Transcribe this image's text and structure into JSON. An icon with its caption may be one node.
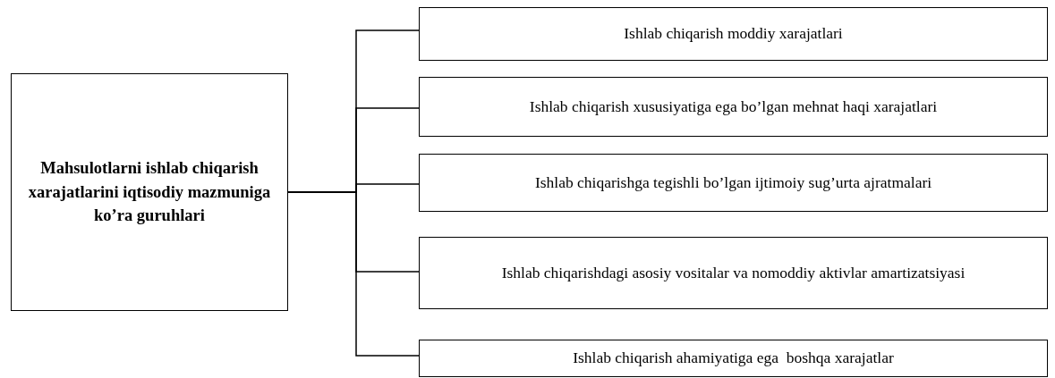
{
  "diagram": {
    "nodes": [
      {
        "text": [
          "Mahsulotlarni ishlab chiqarish xarajatlarini iqtisodiy mazmuniga ko’ra guruhlari"
        ]
      },
      {
        "text": [
          "Ishlab chiqarish moddiy xarajatlari"
        ]
      },
      {
        "text": [
          "Ishlab chiqarish xususiyatiga ega bo’lgan mehnat haqi xarajatlari"
        ]
      },
      {
        "text": [
          "Ishlab chiqarishga tegishli bo’lgan ijtimoiy sug’urta ajratmalari"
        ]
      },
      {
        "text": [
          "Ishlab chiqarishdagi asosiy vositalar va nomoddiy aktivlar amartizatsiyasi"
        ]
      },
      {
        "text": [
          "Ishlab chiqarish ahamiyatiga ega  boshqa xarajatlar"
        ]
      }
    ],
    "edges": [
      {
        "from": 0,
        "to": 1,
        "arrow": "none"
      },
      {
        "from": 0,
        "to": 2,
        "arrow": "none"
      },
      {
        "from": 0,
        "to": 3,
        "arrow": "none"
      },
      {
        "from": 0,
        "to": 4,
        "arrow": "none"
      },
      {
        "from": 0,
        "to": 5,
        "arrow": "none"
      }
    ]
  }
}
